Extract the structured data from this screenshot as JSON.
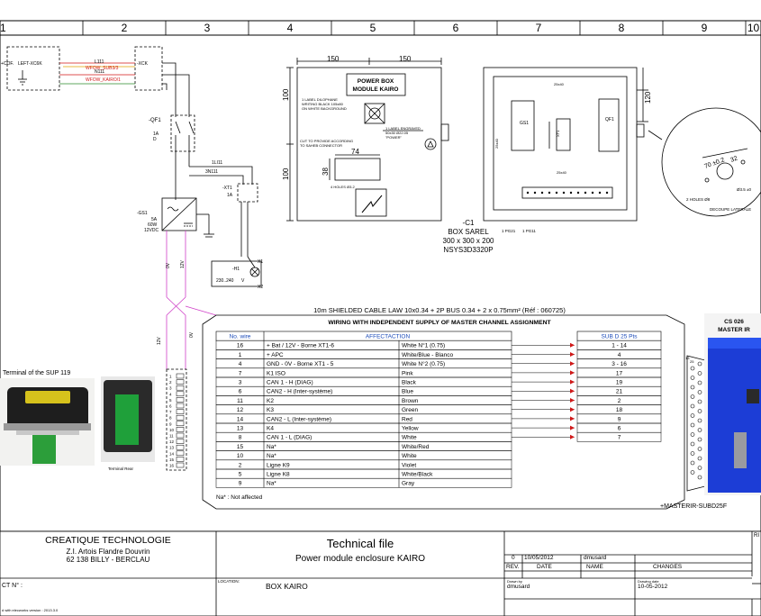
{
  "sheet": {
    "columns": [
      "1",
      "2",
      "3",
      "4",
      "5",
      "6",
      "7",
      "8",
      "9",
      "10"
    ]
  },
  "schematic": {
    "left_labels": [
      "+COF.",
      "LEFT-XC6K"
    ],
    "terminal_tags": [
      "-XCK",
      "-QF1",
      "-XT1",
      "-GS1",
      "-H1"
    ],
    "wire_labels": [
      "L111",
      "N111",
      "WFOW_SUB3/3",
      "WFOW_KAIRO/1",
      "1LI11",
      "3N111"
    ],
    "qf1_rating": [
      "1A",
      "D"
    ],
    "xt1_rating": "1A",
    "psu_spec": [
      "5A",
      "60W",
      "12VDC"
    ],
    "lamp_spec": [
      "230..240",
      "V"
    ],
    "pins": [
      "X1",
      "X2"
    ],
    "vertical_wires": [
      "0V",
      "12V"
    ],
    "bottom_wires": [
      "12V",
      "0V"
    ]
  },
  "enclosure": {
    "front": {
      "dims": [
        "150",
        "150",
        "100",
        "100",
        "74",
        "38"
      ],
      "title_line1": "POWER BOX",
      "title_line2": "MODULE KAIRO",
      "note_label": "1 LABEL DILOPHANE\nWRITING BLACK 105x80\nON WHITE BACKGROUND",
      "note_engraved": "1 LABEL ENGRAVED\n50x30 Ø22.05\n\"POWER\"",
      "note_cut": "CUT TO PROVIDE ACCORDING\nTO SAHEB CONNECTOR",
      "note_holes": "4 HOLES Ø3.2"
    },
    "interior": {
      "labels": [
        "GS1",
        "QF1",
        "XT1",
        "25x40",
        "25x40",
        "25x40",
        "1 PG21",
        "1 PG11"
      ],
      "dim": "120"
    },
    "detail": {
      "dims": [
        "70 ±0.2",
        "32",
        "Ø3.5 ±0",
        "2 HOLES Ø8"
      ],
      "label": "DECOUPE LATERALE"
    },
    "caption": [
      "-C1",
      "BOX SAREL",
      "300 x 300 x 200",
      "NSYS3D3320P"
    ]
  },
  "cable": {
    "title": "10m SHIELDED CABLE LAW 10x0.34 + 2P BUS 0.34 + 2 x 0.75mm² (Réf : 060725)",
    "table_title": "WIRING WITH INDEPENDENT SUPPLY OF MASTER CHANNEL ASSIGNMENT",
    "headers": [
      "No. wire",
      "AFFECTACTION",
      "SUB D 25 Pts"
    ],
    "rows": [
      {
        "no": "16",
        "aff": "+ Bat / 12V - Borne XT1-6",
        "color": "White N°1 (0.75)",
        "subd": "1 - 14"
      },
      {
        "no": "1",
        "aff": "+ APC",
        "color": "White/Blue - Blanco",
        "subd": "4"
      },
      {
        "no": "4",
        "aff": "GND - 0V - Borne XT1 - 5",
        "color": "White N°2 (0.75)",
        "subd": "3 - 16"
      },
      {
        "no": "7",
        "aff": "K1 ISO",
        "color": "Pink",
        "subd": "17"
      },
      {
        "no": "3",
        "aff": "CAN 1 - H (DIAG)",
        "color": "Black",
        "subd": "19"
      },
      {
        "no": "6",
        "aff": "CAN2 - H (Inter-système)",
        "color": "Blue",
        "subd": "21"
      },
      {
        "no": "11",
        "aff": "K2",
        "color": "Brown",
        "subd": "2"
      },
      {
        "no": "12",
        "aff": "K3",
        "color": "Green",
        "subd": "18"
      },
      {
        "no": "14",
        "aff": "CAN2 - L (Inter-système)",
        "color": "Red",
        "subd": "9"
      },
      {
        "no": "13",
        "aff": "K4",
        "color": "Yellow",
        "subd": "6"
      },
      {
        "no": "8",
        "aff": "CAN 1 - L (DIAG)",
        "color": "White",
        "subd": "7"
      },
      {
        "no": "15",
        "aff": "Na*",
        "color": "White/Red",
        "subd": ""
      },
      {
        "no": "10",
        "aff": "Na*",
        "color": "White",
        "subd": ""
      },
      {
        "no": "2",
        "aff": "Ligne K9",
        "color": "Violet",
        "subd": ""
      },
      {
        "no": "5",
        "aff": "Ligne K8",
        "color": "White/Black",
        "subd": ""
      },
      {
        "no": "9",
        "aff": "Na*",
        "color": "Gray",
        "subd": ""
      }
    ],
    "footnote": "Na* : Not affected",
    "connector_label": "+MASTERIR-SUBD25F",
    "connector_pins": [
      "13",
      "25"
    ]
  },
  "photos": {
    "terminal_caption": "Terminal of the SUP 119",
    "terminal_rear_caption": "Terminal     Rear",
    "master_caption": [
      "CS 026",
      "MASTER IR"
    ],
    "terminal_block_pins": [
      "1",
      "2",
      "3",
      "4",
      "5",
      "6",
      "7",
      "8",
      "9",
      "10",
      "11",
      "12",
      "13",
      "14",
      "15",
      "16"
    ]
  },
  "title_block": {
    "company": "CREATIQUE TECHNOLOGIE",
    "address1": "Z.I. Artois Flandre Douvrin",
    "address2": "62 138 BILLY - BERCLAU",
    "project_label": "CT N° :",
    "software": "d with elecworks version : 2013.3.0",
    "location_label": "LOCATION:",
    "location": "BOX KAIRO",
    "doc_title": "Technical file",
    "doc_subtitle": "Power module enclosure KAIRO",
    "rev_headers": [
      "REV.",
      "DATE",
      "NAME",
      "CHANGES"
    ],
    "rev_row": {
      "rev": "0",
      "date": "10/05/2012",
      "name": "dmusard",
      "changes": ""
    },
    "drawn_label": "Drawn by",
    "drawn_by": "dmusard",
    "drawing_date_label": "Drawing  date",
    "drawing_date": "10-05-2012",
    "right_edge": "RI"
  },
  "colors": {
    "wire_red": "#d01818",
    "wire_magenta": "#d040c8",
    "wire_green": "#2a8a2a",
    "wire_blue": "#1a3aa8",
    "link_blue": "#1a4ab8",
    "frame": "#000000"
  }
}
